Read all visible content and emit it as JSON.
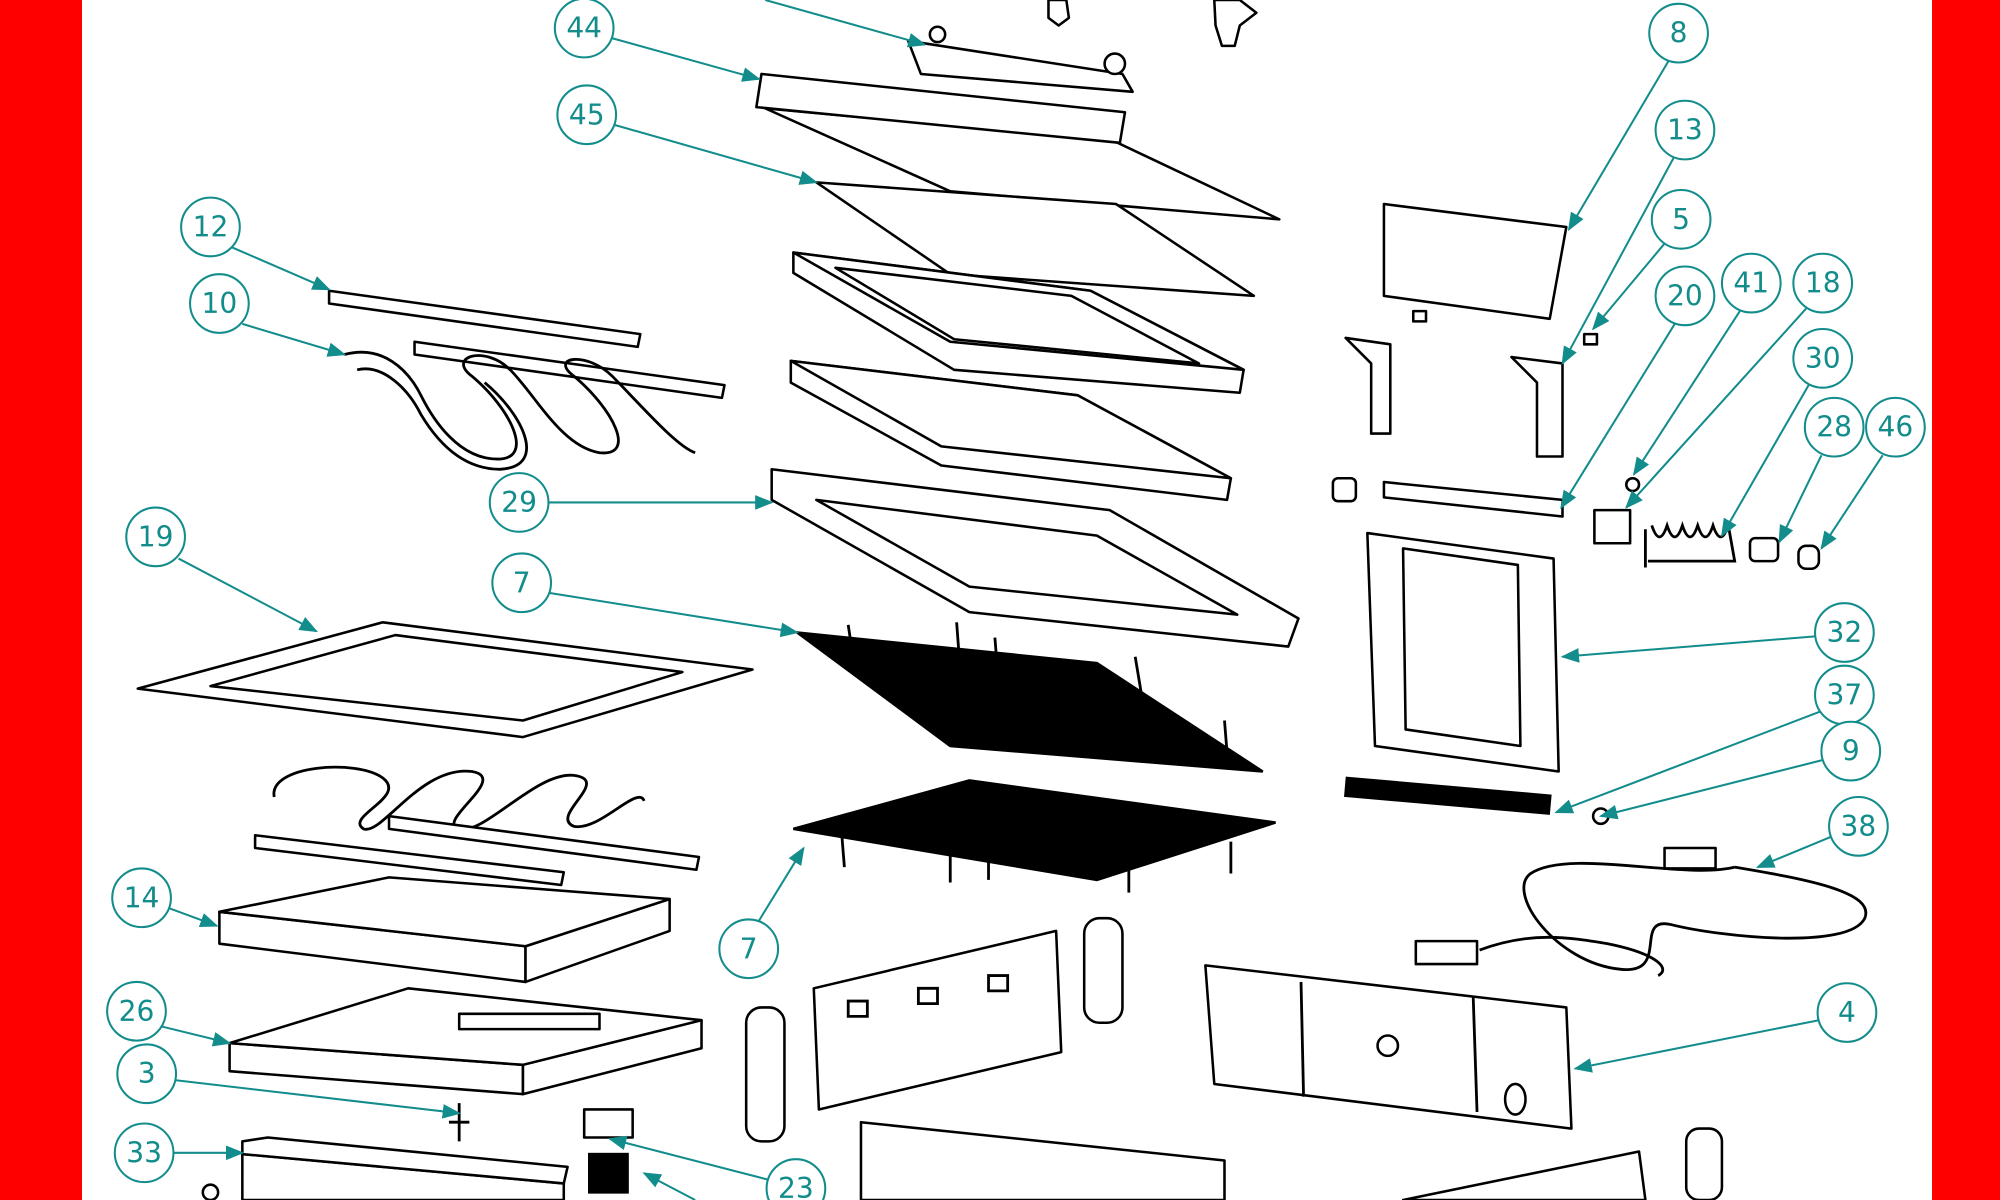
{
  "diagram": {
    "title": "Exploded parts view",
    "colors": {
      "frame": "#ff0000",
      "callout": "#138c8c",
      "line": "#000000"
    },
    "callouts": [
      "44",
      "45",
      "12",
      "10",
      "29",
      "19",
      "7",
      "7",
      "14",
      "26",
      "3",
      "33",
      "23",
      "8",
      "13",
      "5",
      "20",
      "41",
      "18",
      "30",
      "28",
      "46",
      "32",
      "37",
      "9",
      "38",
      "4"
    ]
  }
}
